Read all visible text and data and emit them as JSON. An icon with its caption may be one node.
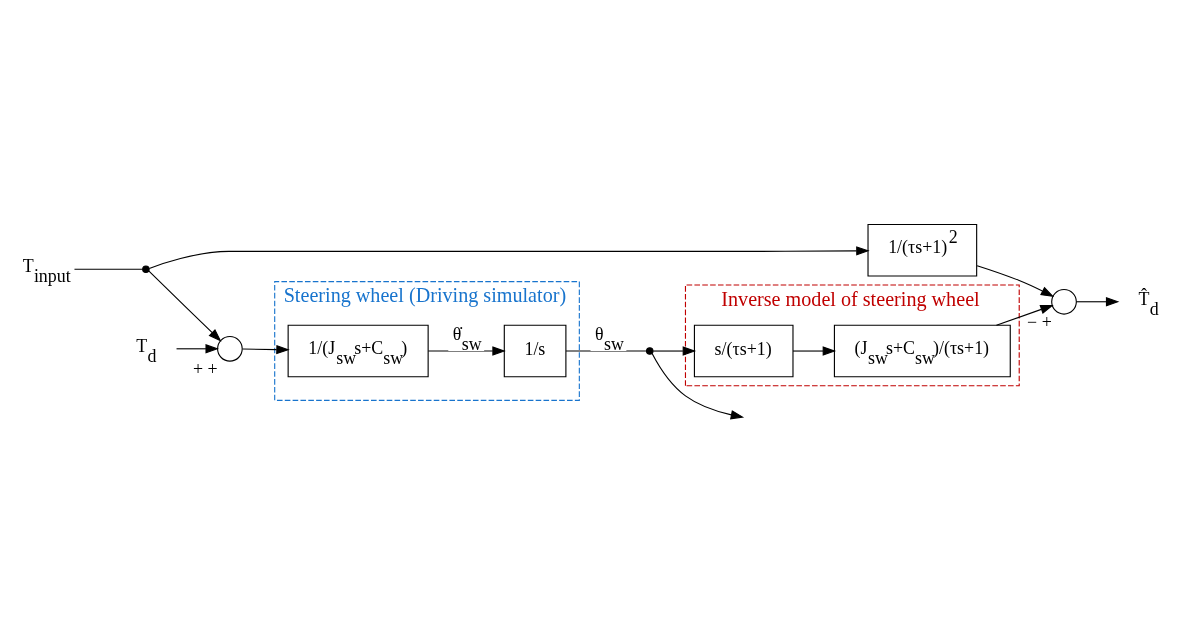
{
  "diagram": {
    "nodes": [
      {
        "text": [
          "T$_{input}$"
        ]
      },
      {
        "text": [
          "T$_{d}$"
        ]
      },
      {
        "text": [],
        "shape": "dot"
      },
      {
        "text": [],
        "shape": "circle",
        "beside": [
          "+",
          "+"
        ]
      },
      {
        "text": [
          "Steering wheel (Driving simulator)"
        ]
      },
      {
        "text": [
          "1/(J$_{sw}$s+C$_{sw}$)"
        ],
        "in": 4
      },
      {
        "text": [
          "1/s"
        ],
        "in": 4
      },
      {
        "text": [],
        "shape": "dot"
      },
      {
        "text": [
          "Inverse model of steering wheel"
        ]
      },
      {
        "text": [
          "(J$_{sw}$s+C$_{sw}$)/(τs+1)"
        ],
        "in": 8
      },
      {
        "text": [
          "s/(τs+1)"
        ],
        "in": 8
      },
      {
        "text": [
          "1/(τs+1)$^{2}$"
        ]
      },
      {
        "text": [],
        "shape": "circle",
        "beside": [
          "−",
          "+"
        ]
      },
      {
        "text": [
          "T̂$_{d}$"
        ]
      }
    ],
    "edges": [
      {
        "from": 0,
        "to": 2,
        "arrow": "none"
      },
      {
        "from": 2,
        "to": 3,
        "arrow": "to"
      },
      {
        "from": 1,
        "to": 3,
        "arrow": "to"
      },
      {
        "from": 3,
        "to": 5,
        "arrow": "to"
      },
      {
        "from": 5,
        "to": 6,
        "arrow": "to",
        "label": "θ̇$_{sw}$"
      },
      {
        "from": 6,
        "to": 7,
        "arrow": "none",
        "label": "θ$_{sw}$"
      },
      {
        "from": 7,
        "to": null,
        "arrow": "to"
      },
      {
        "from": 7,
        "to": 10,
        "arrow": "to"
      },
      {
        "from": 10,
        "to": 9,
        "arrow": "to"
      },
      {
        "from": 9,
        "to": 12,
        "arrow": "to"
      },
      {
        "from": 2,
        "to": 11,
        "arrow": "to"
      },
      {
        "from": 11,
        "to": 12,
        "arrow": "to"
      },
      {
        "from": 12,
        "to": 13,
        "arrow": "to"
      }
    ]
  }
}
